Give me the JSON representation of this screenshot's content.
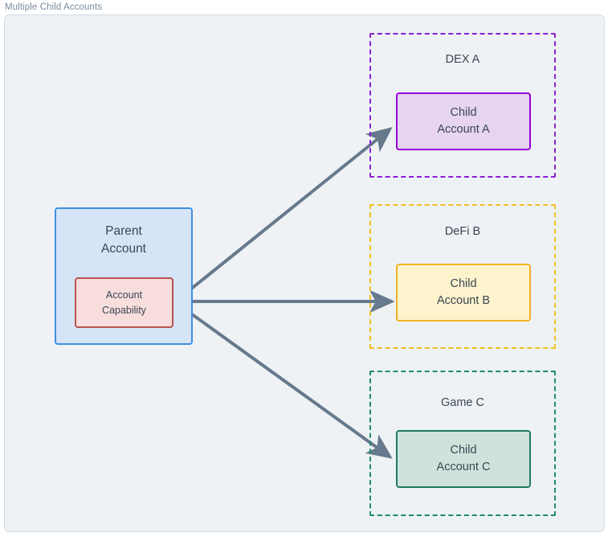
{
  "frame": {
    "title": "Multiple Child Accounts"
  },
  "colors": {
    "canvas_background": "#eef2f5",
    "canvas_border": "#d3dbe2",
    "title_text": "#7b8a9a",
    "node_text": "#3b4653",
    "arrow": "#67798c",
    "parent_fill": "#d6e4f7",
    "parent_stroke": "#3f8fe0",
    "capability_fill": "#f7dedd",
    "capability_stroke": "#b8534f",
    "dex_stroke": "#8f1fd0",
    "child_a_fill": "#e6d4f1",
    "child_a_stroke": "#9500d6",
    "defi_stroke": "#f5bd22",
    "child_b_fill": "#fdf3cd",
    "child_b_stroke": "#f0b323",
    "game_stroke": "#1f8a6e",
    "child_c_fill": "#cfe3dc",
    "child_c_stroke": "#1f7a61"
  },
  "diagram": {
    "parent": {
      "title_line1": "Parent",
      "title_line2": "Account",
      "capability_line1": "Account",
      "capability_line2": "Capability"
    },
    "groups": [
      {
        "id": "dex-a",
        "label": "DEX A",
        "child_line1": "Child",
        "child_line2": "Account A"
      },
      {
        "id": "defi-b",
        "label": "DeFi B",
        "child_line1": "Child",
        "child_line2": "Account B"
      },
      {
        "id": "game-c",
        "label": "Game C",
        "child_line1": "Child",
        "child_line2": "Account C"
      }
    ],
    "connections": [
      {
        "from": "account-capability",
        "to": "child-account-a"
      },
      {
        "from": "account-capability",
        "to": "child-account-b"
      },
      {
        "from": "account-capability",
        "to": "child-account-c"
      }
    ]
  }
}
